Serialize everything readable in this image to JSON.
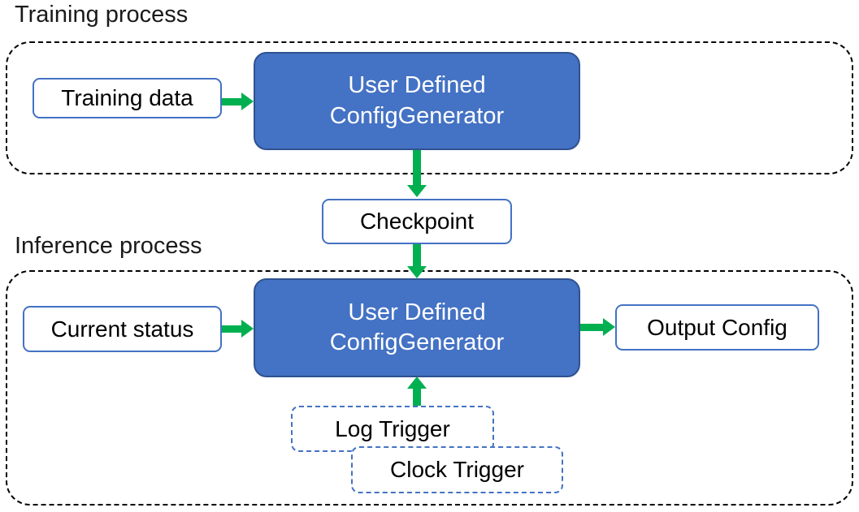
{
  "colors": {
    "node_fill": "#4472C4",
    "node_border": "#2F528F",
    "outline_blue": "#4472C4",
    "arrow_green": "#00B050",
    "container_dash": "#000000",
    "label_text": "#1a1a1a",
    "node_text": "#ffffff"
  },
  "diagram": {
    "training": {
      "label": "Training process",
      "input_label": "Training data",
      "generator_line1": "User Defined",
      "generator_line2": "ConfigGenerator"
    },
    "checkpoint_label": "Checkpoint",
    "inference": {
      "label": "Inference process",
      "input_label": "Current status",
      "generator_line1": "User Defined",
      "generator_line2": "ConfigGenerator",
      "output_label": "Output Config",
      "triggers": [
        "Log Trigger",
        "Clock Trigger"
      ]
    }
  }
}
